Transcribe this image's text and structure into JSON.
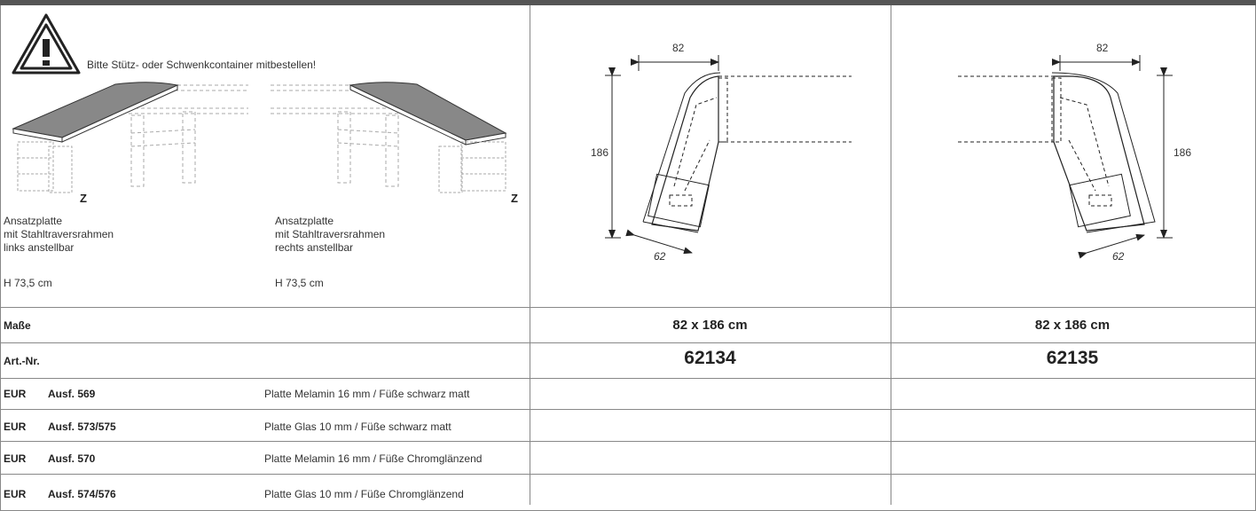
{
  "notice": "Bitte Stütz- oder Schwenkcontainer mitbestellen!",
  "left_variant": {
    "marker": "Z",
    "desc": [
      "Ansatzplatte",
      "mit Stahltraversrahmen",
      "links anstellbar"
    ],
    "height": "H 73,5 cm"
  },
  "right_variant": {
    "marker": "Z",
    "desc": [
      "Ansatzplatte",
      "mit Stahltraversrahmen",
      "rechts anstellbar"
    ],
    "height": "H 73,5 cm"
  },
  "diagrams": {
    "left": {
      "top": "82",
      "side": "186",
      "bottom": "62"
    },
    "right": {
      "top": "82",
      "side": "186",
      "bottom": "62"
    }
  },
  "rows": {
    "masse_label": "Maße",
    "masse_values": [
      "82 x 186 cm",
      "82 x 186 cm"
    ],
    "artnr_label": "Art.-Nr.",
    "artnr_values": [
      "62134",
      "62135"
    ]
  },
  "finishes": [
    {
      "currency": "EUR",
      "code": "Ausf. 569",
      "desc": "Platte Melamin 16 mm / Füße schwarz matt"
    },
    {
      "currency": "EUR",
      "code": "Ausf. 573/575",
      "desc": "Platte Glas 10 mm / Füße schwarz matt"
    },
    {
      "currency": "EUR",
      "code": "Ausf. 570",
      "desc": "Platte Melamin 16 mm / Füße Chromglänzend"
    },
    {
      "currency": "EUR",
      "code": "Ausf. 574/576",
      "desc": "Platte Glas 10 mm / Füße Chromglänzend"
    }
  ]
}
